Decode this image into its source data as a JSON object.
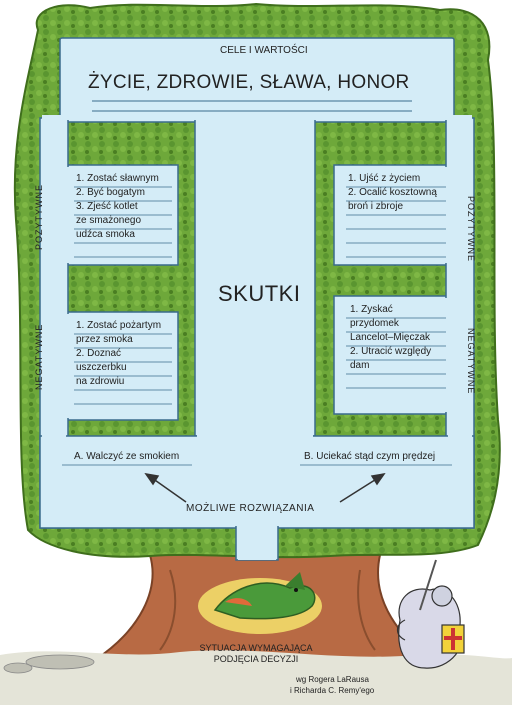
{
  "header": {
    "caption": "CELE I WARTOŚCI",
    "title": "ŻYCIE, ZDROWIE, SŁAWA, HONOR"
  },
  "center_label": "SKUTKI",
  "left_positive": [
    "1. Zostać sławnym",
    "2. Być bogatym",
    "3. Zjeść kotlet",
    "ze smażonego",
    "udźca smoka"
  ],
  "left_negative": [
    "1. Zostać pożartym",
    "przez smoka",
    "2. Doznać",
    "uszczerbku",
    "na zdrowiu"
  ],
  "right_positive": [
    "1. Ujść z życiem",
    "2. Ocalić kosztowną",
    "broń i zbroje"
  ],
  "right_negative": [
    "1. Zyskać",
    "przydomek",
    "Lancelot–Mięczak",
    "2. Utracić względy",
    "dam"
  ],
  "side_labels": {
    "left_positive": "POZYTYWNE",
    "left_negative": "NEGATYWNE",
    "right_positive": "POZYTYWNE",
    "right_negative": "NEGATYWNE"
  },
  "option_a": "A. Walczyć ze smokiem",
  "option_b": "B. Uciekać stąd czym prędzej",
  "solutions_label": "MOŻLIWE ROZWIĄZANIA",
  "situation_label": [
    "SYTUACJA WYMAGAJĄCA",
    "PODJĘCIA DECYZJI"
  ],
  "credit": [
    "wg Rogera LaRausa",
    "i Richarda C. Remy'ego"
  ],
  "colors": {
    "foliage": "#6ea83a",
    "foliage_dark": "#4a7e22",
    "sky": "#d4ecf7",
    "trunk": "#b86a44",
    "line": "#3a6b8c"
  }
}
